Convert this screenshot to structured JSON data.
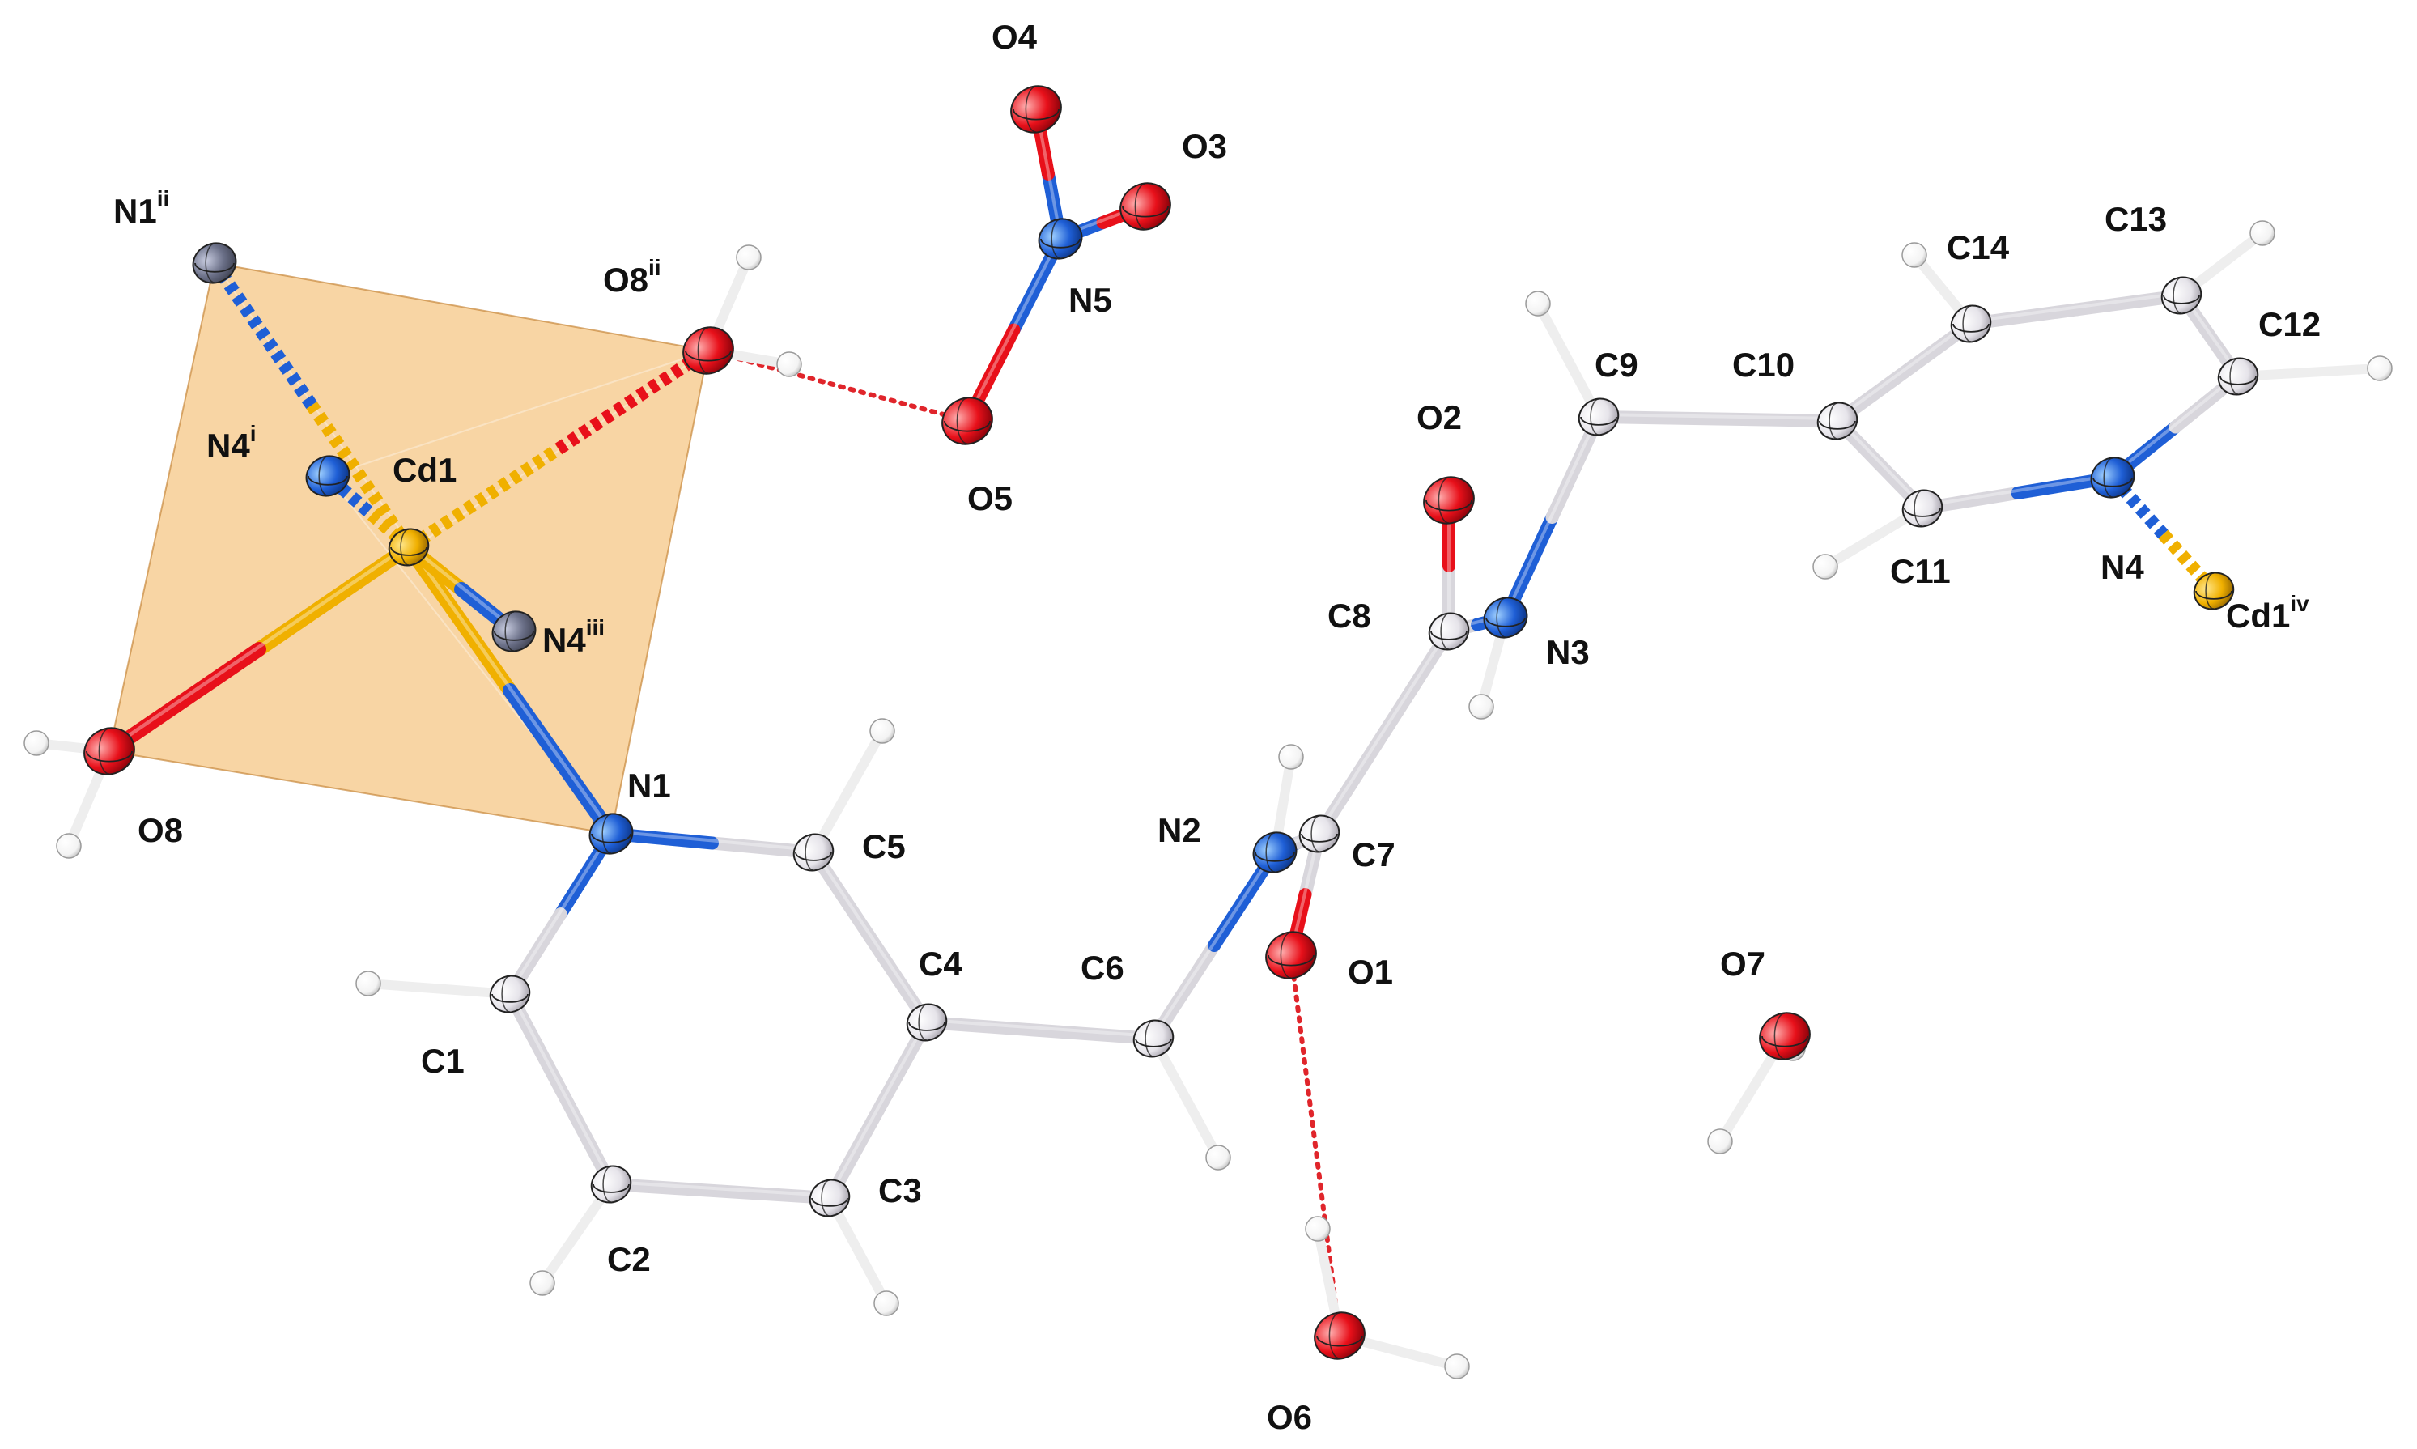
{
  "colors": {
    "carbon": "#e6e4ea",
    "carbon_edge": "#2a2a2a",
    "nitrogen": "#1f5fd6",
    "oxygen": "#e8101a",
    "hydrogen": "#f3f3f3",
    "cadmium": "#f0b000",
    "bond_grey": "#d8d6dc",
    "polyhedron": "#f2b25a",
    "hbond": "#e0252b"
  },
  "atoms": [
    {
      "id": "Cd1",
      "el": "Cd",
      "label": "Cd1",
      "sup": ""
    },
    {
      "id": "N1",
      "el": "N",
      "label": "N1",
      "sup": ""
    },
    {
      "id": "N1ii",
      "el": "N",
      "label": "N1",
      "sup": "ii"
    },
    {
      "id": "N4i",
      "el": "N",
      "label": "N4",
      "sup": "i"
    },
    {
      "id": "N4iii",
      "el": "N",
      "label": "N4",
      "sup": "iii"
    },
    {
      "id": "O8",
      "el": "O",
      "label": "O8",
      "sup": ""
    },
    {
      "id": "O8ii",
      "el": "O",
      "label": "O8",
      "sup": "ii"
    },
    {
      "id": "O3",
      "el": "O",
      "label": "O3",
      "sup": ""
    },
    {
      "id": "O4",
      "el": "O",
      "label": "O4",
      "sup": ""
    },
    {
      "id": "O5",
      "el": "O",
      "label": "O5",
      "sup": ""
    },
    {
      "id": "N5",
      "el": "N",
      "label": "N5",
      "sup": ""
    },
    {
      "id": "C1",
      "el": "C",
      "label": "C1",
      "sup": ""
    },
    {
      "id": "C2",
      "el": "C",
      "label": "C2",
      "sup": ""
    },
    {
      "id": "C3",
      "el": "C",
      "label": "C3",
      "sup": ""
    },
    {
      "id": "C4",
      "el": "C",
      "label": "C4",
      "sup": ""
    },
    {
      "id": "C5",
      "el": "C",
      "label": "C5",
      "sup": ""
    },
    {
      "id": "C6",
      "el": "C",
      "label": "C6",
      "sup": ""
    },
    {
      "id": "N2",
      "el": "N",
      "label": "N2",
      "sup": ""
    },
    {
      "id": "C7",
      "el": "C",
      "label": "C7",
      "sup": ""
    },
    {
      "id": "O1",
      "el": "O",
      "label": "O1",
      "sup": ""
    },
    {
      "id": "C8",
      "el": "C",
      "label": "C8",
      "sup": ""
    },
    {
      "id": "O2",
      "el": "O",
      "label": "O2",
      "sup": ""
    },
    {
      "id": "N3",
      "el": "N",
      "label": "N3",
      "sup": ""
    },
    {
      "id": "C9",
      "el": "C",
      "label": "C9",
      "sup": ""
    },
    {
      "id": "C10",
      "el": "C",
      "label": "C10",
      "sup": ""
    },
    {
      "id": "C11",
      "el": "C",
      "label": "C11",
      "sup": ""
    },
    {
      "id": "N4",
      "el": "N",
      "label": "N4",
      "sup": ""
    },
    {
      "id": "C12",
      "el": "C",
      "label": "C12",
      "sup": ""
    },
    {
      "id": "C13",
      "el": "C",
      "label": "C13",
      "sup": ""
    },
    {
      "id": "C14",
      "el": "C",
      "label": "C14",
      "sup": ""
    },
    {
      "id": "Cd1iv",
      "el": "Cd",
      "label": "Cd1",
      "sup": "iv"
    },
    {
      "id": "O6",
      "el": "O",
      "label": "O6",
      "sup": ""
    },
    {
      "id": "O7",
      "el": "O",
      "label": "O7",
      "sup": ""
    }
  ],
  "bonds": [
    [
      "N1",
      "C1"
    ],
    [
      "C1",
      "C2"
    ],
    [
      "C2",
      "C3"
    ],
    [
      "C3",
      "C4"
    ],
    [
      "C4",
      "C5"
    ],
    [
      "C5",
      "N1"
    ],
    [
      "C4",
      "C6"
    ],
    [
      "C6",
      "N2"
    ],
    [
      "N2",
      "C7"
    ],
    [
      "C7",
      "O1"
    ],
    [
      "C7",
      "C8"
    ],
    [
      "C8",
      "O2"
    ],
    [
      "C8",
      "N3"
    ],
    [
      "N3",
      "C9"
    ],
    [
      "C9",
      "C10"
    ],
    [
      "C10",
      "C11"
    ],
    [
      "C11",
      "N4"
    ],
    [
      "N4",
      "C12"
    ],
    [
      "C12",
      "C13"
    ],
    [
      "C13",
      "C14"
    ],
    [
      "C14",
      "C10"
    ],
    [
      "N5",
      "O3"
    ],
    [
      "N5",
      "O4"
    ],
    [
      "N5",
      "O5"
    ]
  ],
  "metal_bonds": [
    [
      "Cd1",
      "N1",
      "solid"
    ],
    [
      "Cd1",
      "O8",
      "solid"
    ],
    [
      "Cd1",
      "N4iii",
      "solid"
    ],
    [
      "Cd1",
      "N1ii",
      "dashed"
    ],
    [
      "Cd1",
      "N4i",
      "dashed"
    ],
    [
      "Cd1",
      "O8ii",
      "dashed"
    ],
    [
      "N4",
      "Cd1iv",
      "dashed"
    ]
  ],
  "hbonds": [
    [
      "O8ii",
      "O5"
    ],
    [
      "O1",
      "O6"
    ]
  ],
  "polyhedron_vertices": [
    "N1ii",
    "O8ii",
    "N1",
    "O8"
  ]
}
